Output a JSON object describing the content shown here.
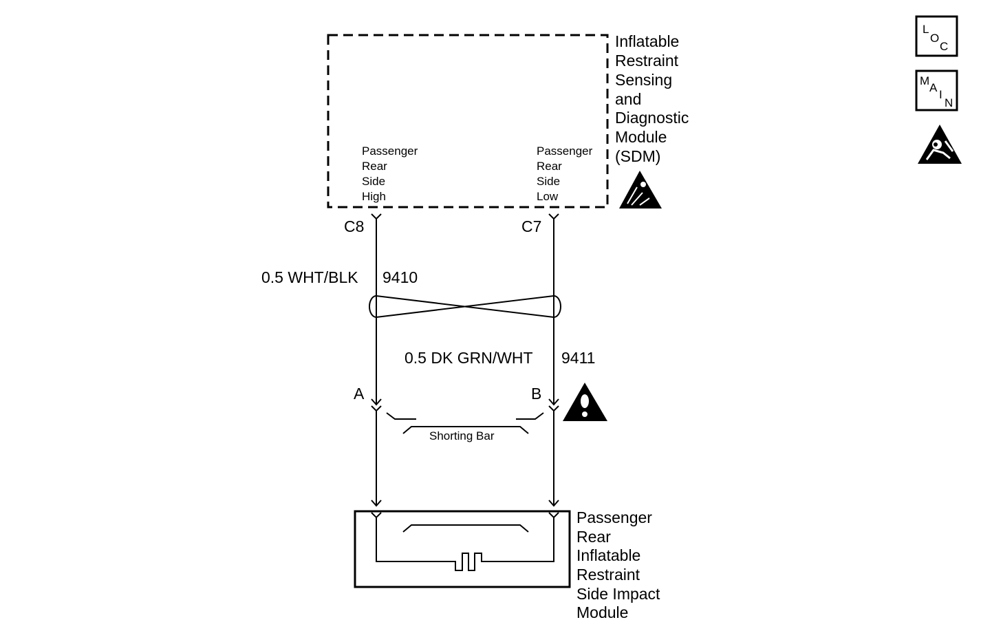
{
  "sdm": {
    "label_lines": [
      "Inflatable",
      "Restraint",
      "Sensing",
      "and",
      "Diagnostic",
      "Module",
      "(SDM)"
    ],
    "pin_high": [
      "Passenger",
      "Rear",
      "Side",
      "High"
    ],
    "pin_low": [
      "Passenger",
      "Rear",
      "Side",
      "Low"
    ]
  },
  "connectors": {
    "c8": "C8",
    "c7": "C7",
    "a": "A",
    "b": "B"
  },
  "wires": {
    "wire1_label": "0.5 WHT/BLK",
    "wire1_circuit": "9410",
    "wire2_label": "0.5 DK GRN/WHT",
    "wire2_circuit": "9411"
  },
  "shorting_bar": "Shorting Bar",
  "module": {
    "label_lines": [
      "Passenger",
      "Rear",
      "Inflatable",
      "Restraint",
      "Side Impact",
      "Module"
    ]
  },
  "nav": {
    "loc": [
      "L",
      "O",
      "C"
    ],
    "main": [
      "M",
      "A",
      "I",
      "N"
    ]
  },
  "icons": {
    "esd": "esd-warning-icon",
    "caution": "caution-icon",
    "airbag": "airbag-icon"
  }
}
